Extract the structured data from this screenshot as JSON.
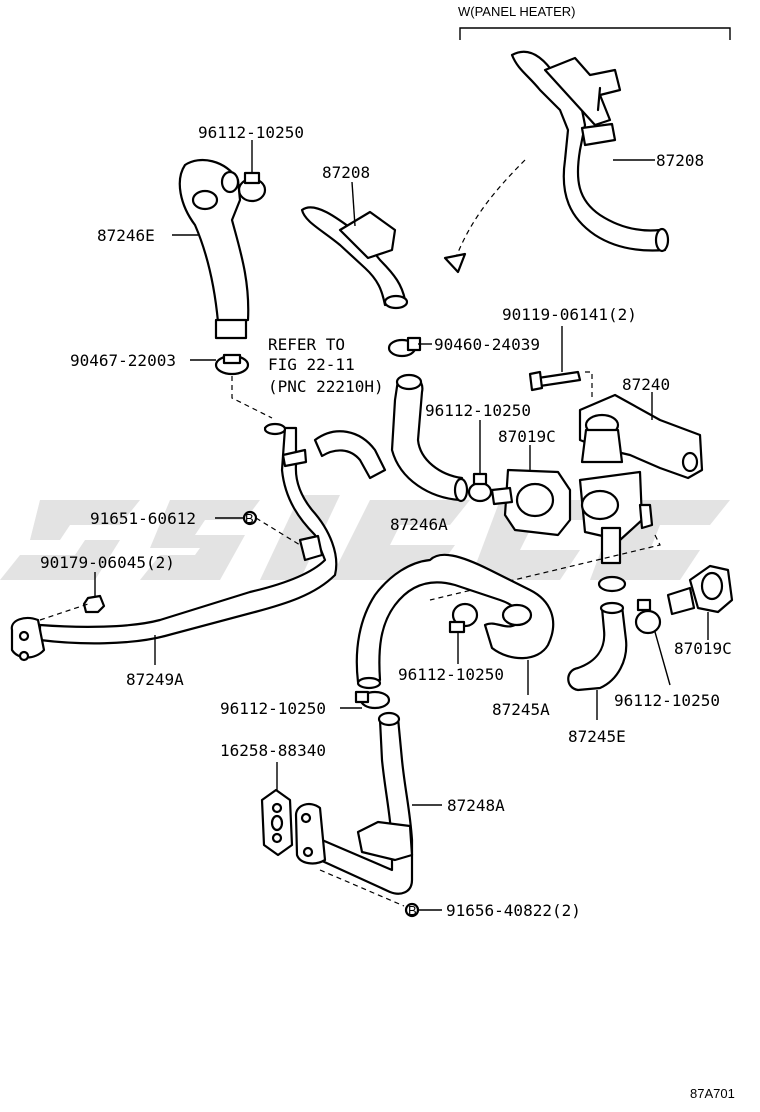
{
  "diagram": {
    "header_note": "W(PANEL HEATER)",
    "refer_note": {
      "line1": "REFER TO",
      "line2": "FIG 22-11",
      "line3": "(PNC 22210H)"
    },
    "drawing_code": "87A701",
    "bolt_symbol": "B",
    "labels": {
      "clamp_96112_top": "96112-10250",
      "hose_87246E": "87246E",
      "clamp_90467": "90467-22003",
      "hose_87208_left": "87208",
      "hose_87208_right": "87208",
      "clamp_90460": "90460-24039",
      "bolt_90119": "90119-06141(2)",
      "valve_87240": "87240",
      "clamp_96112_mid": "96112-10250",
      "gasket_87019C_top": "87019C",
      "bolt_91651": "91651-60612",
      "nut_90179": "90179-06045(2)",
      "hose_87246A": "87246A",
      "pipe_87249A": "87249A",
      "clamp_96112_lower": "96112-10250",
      "hose_87245A": "87245A",
      "clamp_96112_right": "96112-10250",
      "gasket_87019C_right": "87019C",
      "hose_87245E": "87245E",
      "clamp_96112_bottom": "96112-10250",
      "gasket_16258": "16258-88340",
      "pipe_87248A": "87248A",
      "bolt_91656": "91656-40822(2)"
    }
  }
}
